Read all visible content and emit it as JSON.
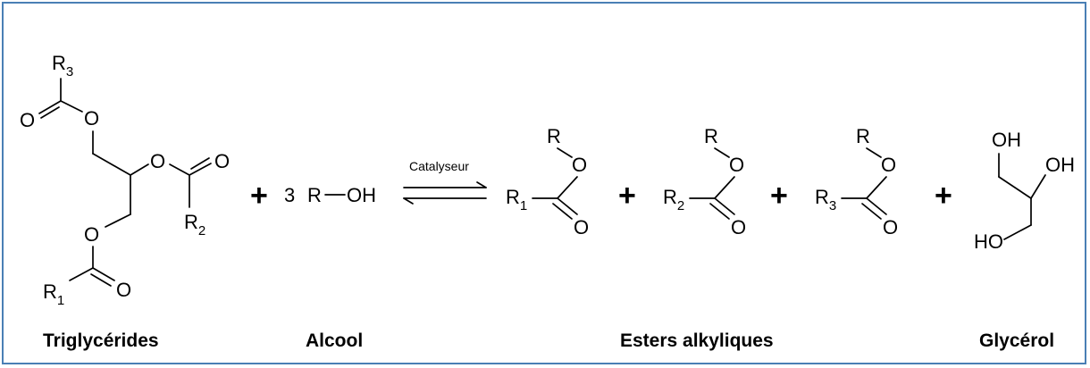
{
  "diagram": {
    "triglyceride": {
      "r3": "R",
      "r3_sub": "3",
      "r2": "R",
      "r2_sub": "2",
      "r1": "R",
      "r1_sub": "1",
      "o_carbonyl": "O",
      "o_ester": "O"
    },
    "plus": "+",
    "alcohol": {
      "coefficient": "3",
      "r": "R",
      "oh": "OH"
    },
    "catalyst_label": "Catalyseur",
    "esters": [
      {
        "r": "R",
        "sub": "1",
        "alkyl": "R",
        "o": "O"
      },
      {
        "r": "R",
        "sub": "2",
        "alkyl": "R",
        "o": "O"
      },
      {
        "r": "R",
        "sub": "3",
        "alkyl": "R",
        "o": "O"
      }
    ],
    "glycerol": {
      "oh": "OH",
      "ho": "HO"
    }
  },
  "captions": {
    "triglycerides": "Triglycérides",
    "alcohol": "Alcool",
    "esters": "Esters alkyliques",
    "glycerol": "Glycérol"
  }
}
